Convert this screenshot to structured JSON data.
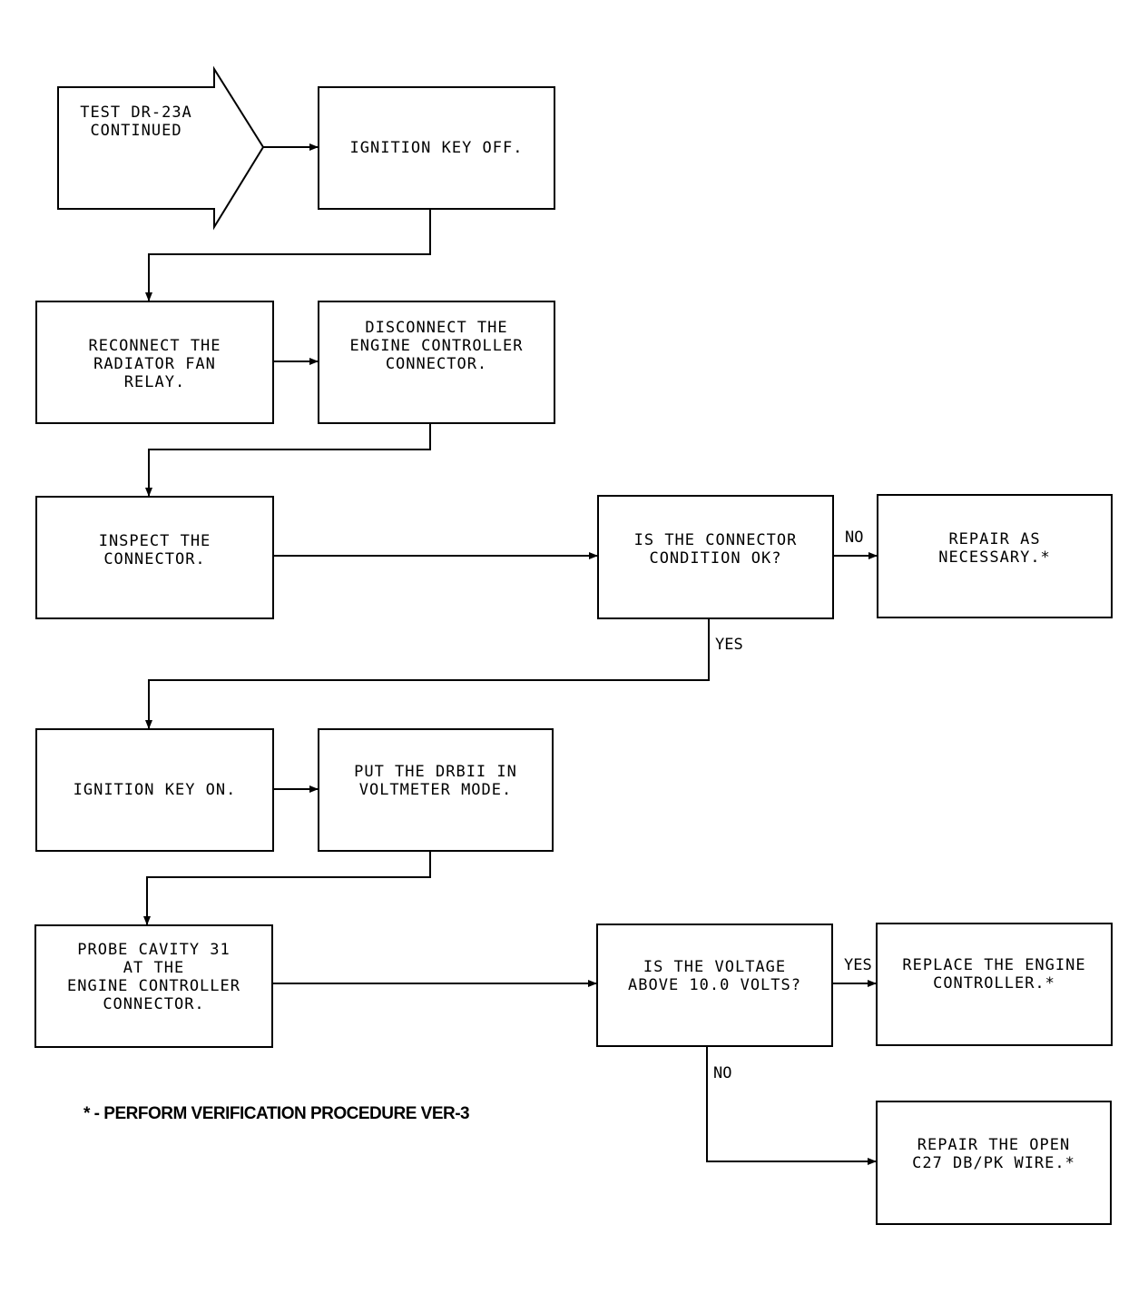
{
  "start": {
    "label": "TEST DR-23A\nCONTINUED"
  },
  "steps": {
    "ignition_off": "IGNITION KEY OFF.",
    "reconnect_relay": "RECONNECT THE\nRADIATOR FAN\nRELAY.",
    "disconnect_controller": "DISCONNECT THE\nENGINE CONTROLLER\nCONNECTOR.",
    "inspect_connector": "INSPECT THE\nCONNECTOR.",
    "connector_ok": "IS THE CONNECTOR\nCONDITION OK?",
    "repair_as_necessary": "REPAIR AS\nNECESSARY.*",
    "ignition_on": "IGNITION KEY ON.",
    "voltmeter_mode": "PUT THE DRBII IN\nVOLTMETER MODE.",
    "probe_cavity": "PROBE CAVITY 31\nAT THE\nENGINE CONTROLLER\nCONNECTOR.",
    "voltage_check": "IS THE VOLTAGE\nABOVE 10.0 VOLTS?",
    "replace_controller": "REPLACE THE ENGINE\nCONTROLLER.*",
    "repair_open_wire": "REPAIR THE OPEN\nC27 DB/PK WIRE.*"
  },
  "edges": {
    "connector_no": "NO",
    "connector_yes": "YES",
    "voltage_yes": "YES",
    "voltage_no": "NO"
  },
  "footnote": "* - PERFORM VERIFICATION PROCEDURE VER-3"
}
